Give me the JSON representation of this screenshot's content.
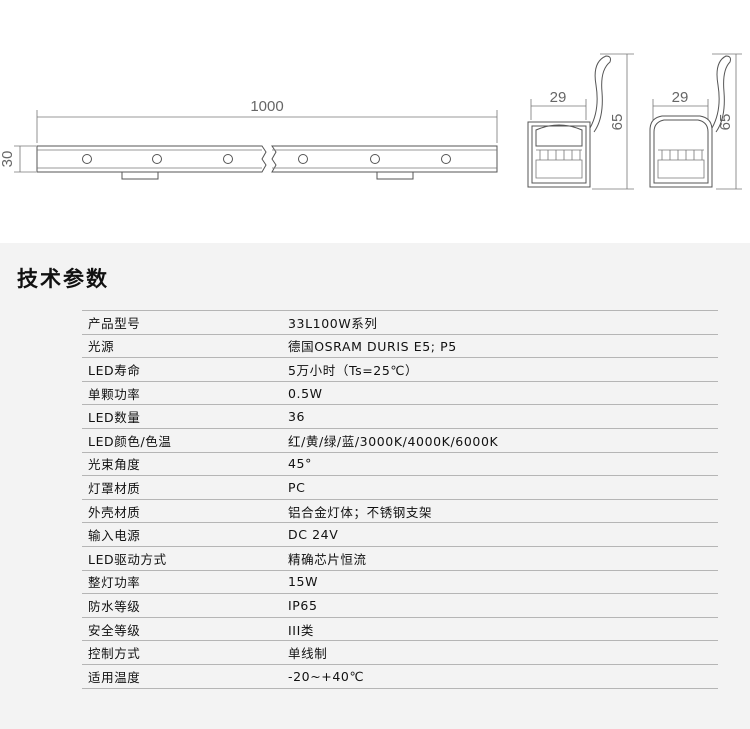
{
  "drawing": {
    "length_label": "1000",
    "height_label": "30",
    "width_label_1": "29",
    "height_label_1": "65",
    "width_label_2": "29",
    "height_label_2": "65"
  },
  "spec": {
    "title": "技术参数",
    "rows": [
      {
        "key": "产品型号",
        "value": "33L100W系列"
      },
      {
        "key": "光源",
        "value": "德国OSRAM DURIS E5; P5"
      },
      {
        "key": "LED寿命",
        "value": "5万小时（Ts=25℃）"
      },
      {
        "key": "单颗功率",
        "value": "0.5W"
      },
      {
        "key": "LED数量",
        "value": "36"
      },
      {
        "key": "LED颜色/色温",
        "value": "红/黄/绿/蓝/3000K/4000K/6000K"
      },
      {
        "key": "光束角度",
        "value": "45°"
      },
      {
        "key": "灯罩材质",
        "value": "PC"
      },
      {
        "key": "外壳材质",
        "value": "铝合金灯体；不锈钢支架"
      },
      {
        "key": "输入电源",
        "value": "DC 24V"
      },
      {
        "key": "LED驱动方式",
        "value": "精确芯片恒流"
      },
      {
        "key": "整灯功率",
        "value": "15W"
      },
      {
        "key": "防水等级",
        "value": "IP65"
      },
      {
        "key": "安全等级",
        "value": "III类"
      },
      {
        "key": "控制方式",
        "value": "单线制"
      },
      {
        "key": "适用温度",
        "value": "-20~+40℃"
      }
    ]
  }
}
